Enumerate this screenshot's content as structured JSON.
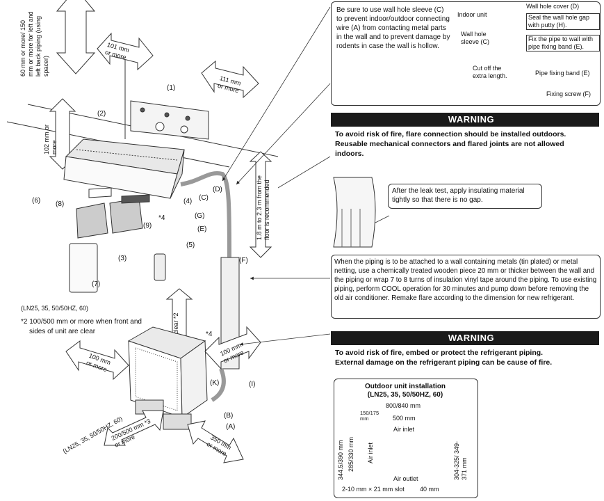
{
  "callouts": {
    "sleeve_note": "Be sure to use wall hole sleeve (C) to prevent indoor/outdoor connecting wire (A) from contacting metal parts in the wall and to prevent damage by rodents in case the wall is hollow.",
    "indoor_unit": "Indoor unit",
    "wall_hole_sleeve": "Wall hole sleeve (C)",
    "wall_hole_cover": "Wall hole cover (D)",
    "seal_putty": "Seal the wall hole gap with putty (H).",
    "fix_pipe": "Fix the pipe to wall with pipe fixing band (E).",
    "cut_off": "Cut off the extra length.",
    "pipe_fixing_band": "Pipe fixing band (E)",
    "fixing_screw": "Fixing screw (F)",
    "leak_test": "After the leak test, apply insulating material tightly so that there is no gap.",
    "metal_wall": "When the piping is to be attached to a wall containing metals (tin plated) or metal netting, use a chemically treated wooden piece 20 mm or thicker between the wall and the piping or wrap 7 to 8 turns of insulation vinyl tape around the piping. To use existing piping, perform COOL operation for 30 minutes and pump down before removing the old air conditioner. Remake flare according to the dimension for new refrigerant."
  },
  "warnings": [
    {
      "title": "WARNING",
      "lines": [
        "To avoid risk of fire, flare connection should be installed outdoors.",
        "Reusable mechanical connectors and flared joints are not allowed",
        "indoors."
      ]
    },
    {
      "title": "WARNING",
      "lines": [
        "To avoid risk of fire, embed or protect the refrigerant piping.",
        "External damage on the refrigerant piping can be cause of fire."
      ]
    }
  ],
  "outdoor_install": {
    "title": "Outdoor unit installation",
    "model": "(LN25, 35, 50/50HZ, 60)",
    "width": "800/840 mm",
    "left_offset": "150/175 mm",
    "slot_span": "500 mm",
    "air_inlet": "Air inlet",
    "air_inlet_side": "Air inlet",
    "air_outlet": "Air outlet",
    "left_dim_outer": "344.5/390 mm",
    "left_dim_inner": "285/330 mm",
    "right_dim": "304-325/ 349-371 mm",
    "slot": "2-10 mm × 21 mm slot",
    "slot_width": "40 mm"
  },
  "diagram": {
    "dim_60": "60 mm or more/ 150 mm or more for left and left back piping (using spacer)",
    "dim_101": "101 mm or more",
    "dim_111": "111 mm or more",
    "dim_102": "102 mm or more",
    "dim_height": "1.8 m to 2.3 m from the floor is recommended",
    "clear2": "clear *2",
    "dim_100_left": "100 mm or more",
    "dim_100_right": "100 mm or more",
    "dim_200": "200/500 mm *3 or more",
    "dim_350": "350 mm or more",
    "model_note": "(LN25, 35, 50/50HZ, 60)",
    "model_note_rot": "(LN25, 35, 50/50HZ, 60)",
    "star2_note_1": "*2 100/500 mm or more when front and",
    "star2_note_2": "sides of unit are clear",
    "star4_a": "*4",
    "star4_b": "*4",
    "labels": [
      "(1)",
      "(2)",
      "(3)",
      "(4)",
      "(5)",
      "(6)",
      "(7)",
      "(8)",
      "(9)",
      "(A)",
      "(B)",
      "(C)",
      "(D)",
      "(E)",
      "(F)",
      "(G)",
      "(I)",
      "(K)"
    ]
  }
}
